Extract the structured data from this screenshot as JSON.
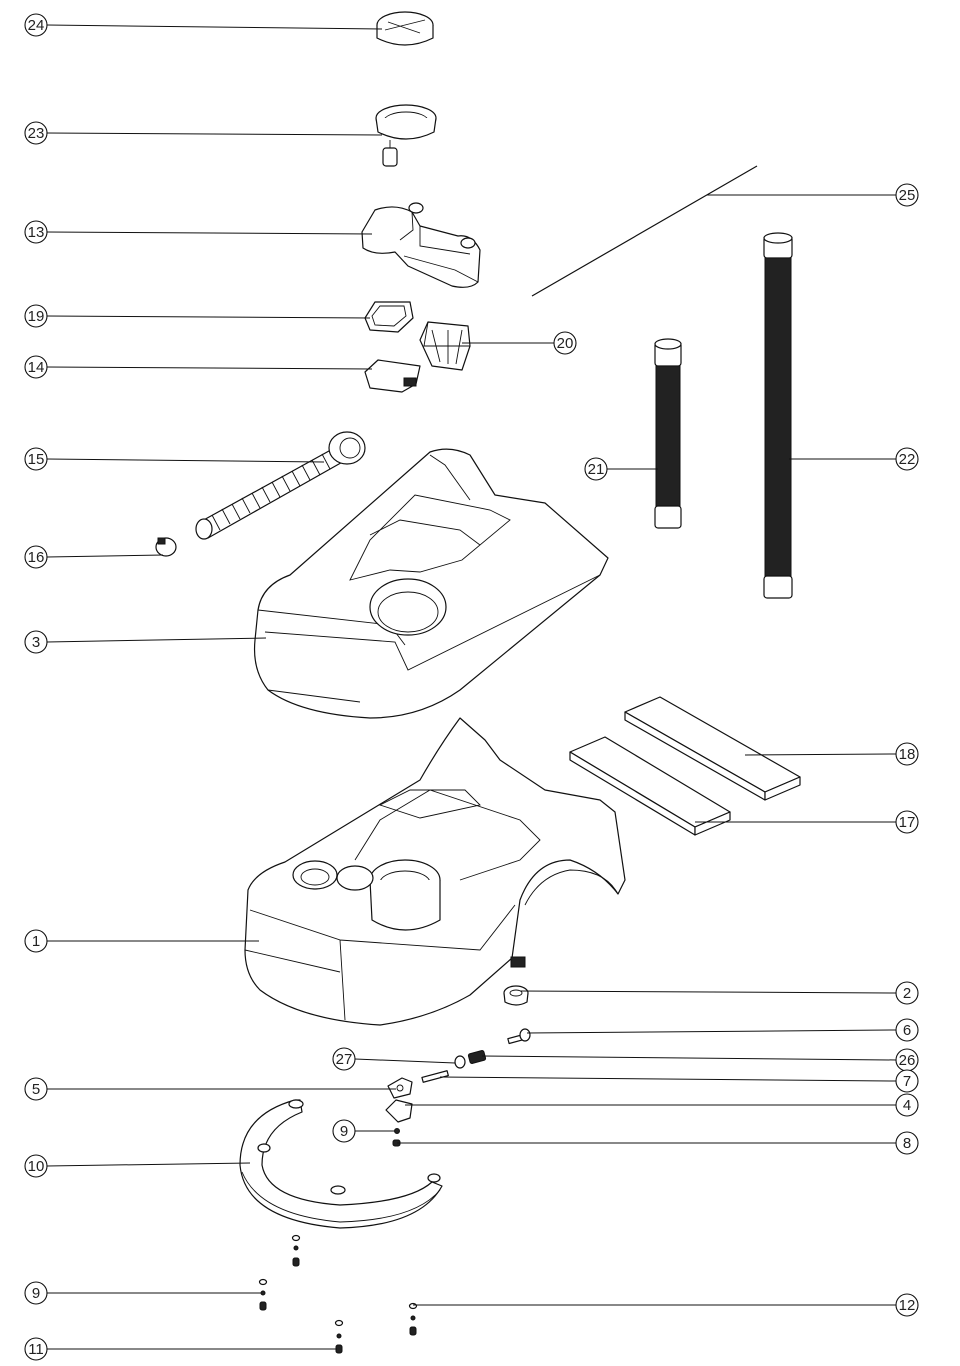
{
  "callouts": [
    {
      "label": "24"
    },
    {
      "label": "23"
    },
    {
      "label": "13"
    },
    {
      "label": "19"
    },
    {
      "label": "14"
    },
    {
      "label": "15"
    },
    {
      "label": "16"
    },
    {
      "label": "3"
    },
    {
      "label": "1"
    },
    {
      "label": "27"
    },
    {
      "label": "5"
    },
    {
      "label": "9"
    },
    {
      "label": "10"
    },
    {
      "label": "9"
    },
    {
      "label": "11"
    },
    {
      "label": "25"
    },
    {
      "label": "20"
    },
    {
      "label": "21"
    },
    {
      "label": "22"
    },
    {
      "label": "18"
    },
    {
      "label": "17"
    },
    {
      "label": "2"
    },
    {
      "label": "6"
    },
    {
      "label": "26"
    },
    {
      "label": "7"
    },
    {
      "label": "4"
    },
    {
      "label": "8"
    },
    {
      "label": "12"
    }
  ]
}
